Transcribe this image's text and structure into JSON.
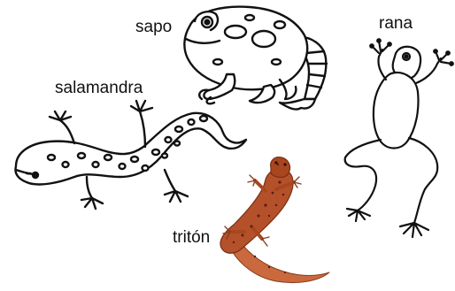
{
  "labels": {
    "sapo": "sapo",
    "rana": "rana",
    "salamandra": "salamandra",
    "triton": "tritón"
  },
  "colors": {
    "outline": "#111111",
    "fill": "#ffffff",
    "newt_body": "#b4512b",
    "newt_spots": "#5a1e0c"
  },
  "icons": {
    "toad": "toad-illustration",
    "frog": "frog-illustration",
    "salamander": "salamander-illustration",
    "newt": "newt-photo"
  }
}
